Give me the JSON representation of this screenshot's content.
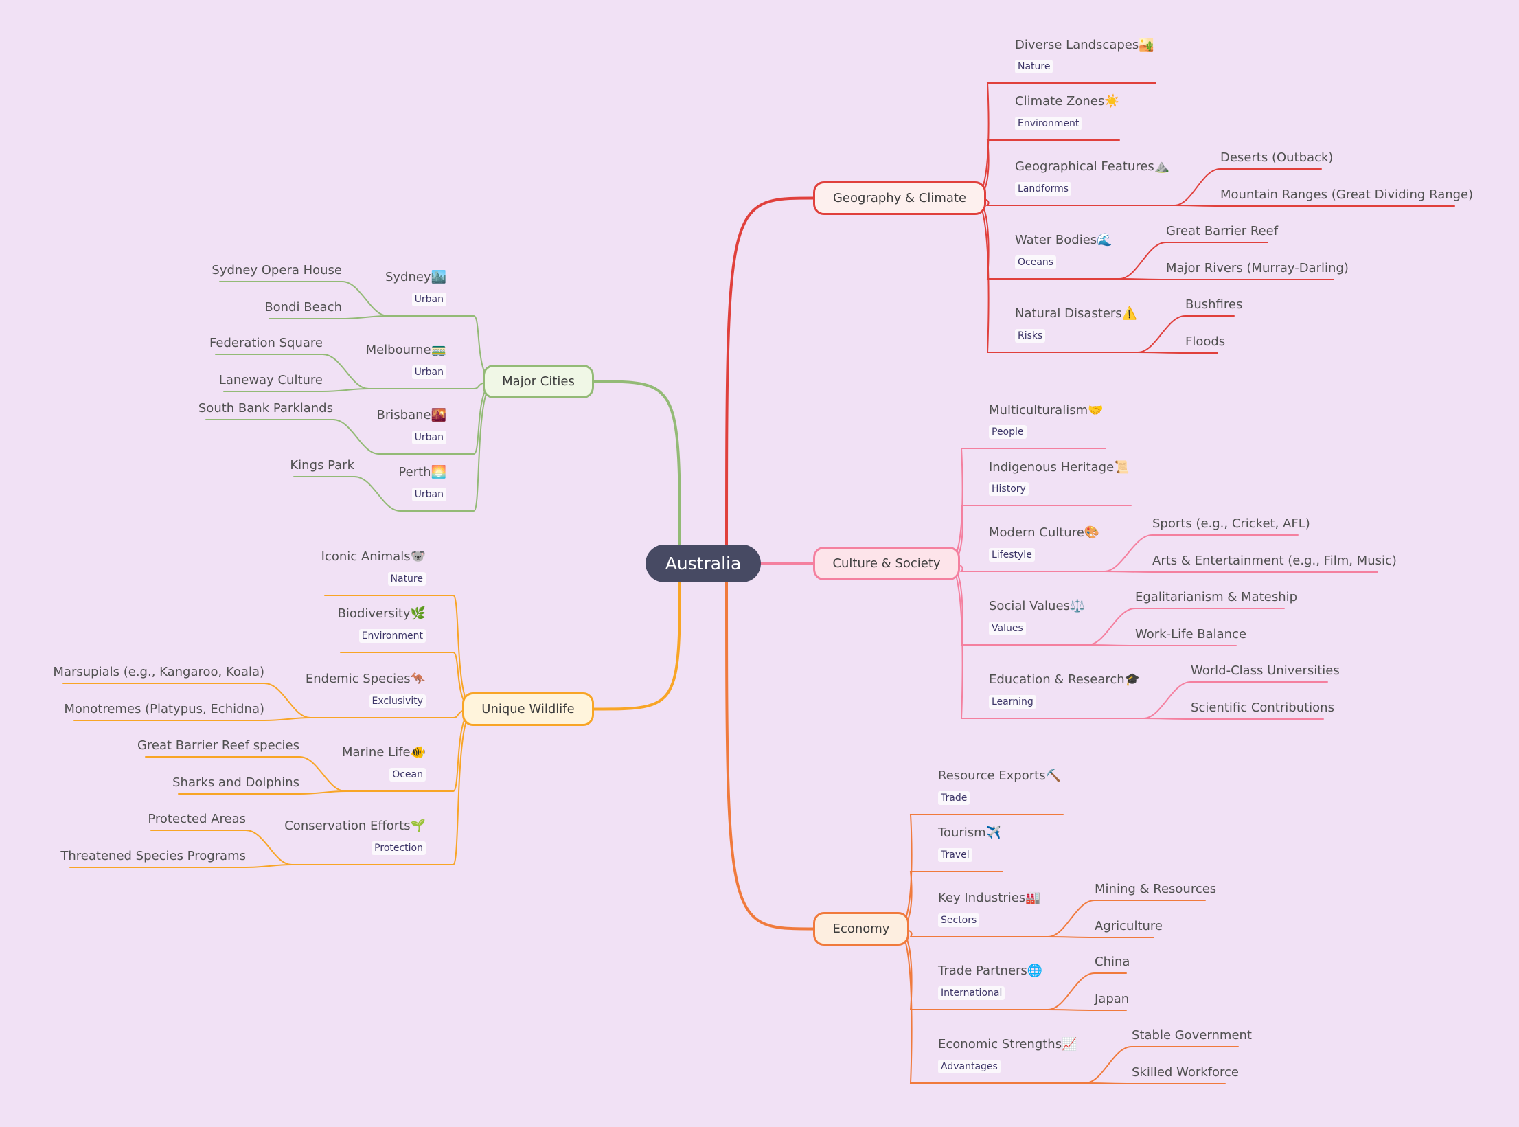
{
  "root": {
    "label": "Australia"
  },
  "branches": [
    {
      "id": "geography",
      "label": "Geography & Climate",
      "color": "#e0403c",
      "fill": "#fdf0ee",
      "topics": [
        {
          "label": "Diverse Landscapes🏜️",
          "tag": "Nature",
          "children": []
        },
        {
          "label": "Climate Zones☀️",
          "tag": "Environment",
          "children": []
        },
        {
          "label": "Geographical Features⛰️",
          "tag": "Landforms",
          "children": [
            "Deserts (Outback)",
            "Mountain Ranges (Great Dividing Range)"
          ]
        },
        {
          "label": "Water Bodies🌊",
          "tag": "Oceans",
          "children": [
            "Great Barrier Reef",
            "Major Rivers (Murray-Darling)"
          ]
        },
        {
          "label": "Natural Disasters⚠️",
          "tag": "Risks",
          "children": [
            "Bushfires",
            "Floods"
          ]
        }
      ]
    },
    {
      "id": "culture",
      "label": "Culture & Society",
      "color": "#f4809f",
      "fill": "#fde4ea",
      "topics": [
        {
          "label": "Multiculturalism🤝",
          "tag": "People",
          "children": []
        },
        {
          "label": "Indigenous Heritage📜",
          "tag": "History",
          "children": []
        },
        {
          "label": "Modern Culture🎨",
          "tag": "Lifestyle",
          "children": [
            "Sports (e.g., Cricket, AFL)",
            "Arts & Entertainment (e.g., Film, Music)"
          ]
        },
        {
          "label": "Social Values⚖️",
          "tag": "Values",
          "children": [
            "Egalitarianism & Mateship",
            "Work-Life Balance"
          ]
        },
        {
          "label": "Education & Research🎓",
          "tag": "Learning",
          "children": [
            "World-Class Universities",
            "Scientific Contributions"
          ]
        }
      ]
    },
    {
      "id": "economy",
      "label": "Economy",
      "color": "#f07a3c",
      "fill": "#fdeee0",
      "topics": [
        {
          "label": "Resource Exports⛏️",
          "tag": "Trade",
          "children": []
        },
        {
          "label": "Tourism✈️",
          "tag": "Travel",
          "children": []
        },
        {
          "label": "Key Industries🏭",
          "tag": "Sectors",
          "children": [
            "Mining & Resources",
            "Agriculture"
          ]
        },
        {
          "label": "Trade Partners🌐",
          "tag": "International",
          "children": [
            "China",
            "Japan"
          ]
        },
        {
          "label": "Economic Strengths📈",
          "tag": "Advantages",
          "children": [
            "Stable Government",
            "Skilled Workforce"
          ]
        }
      ]
    },
    {
      "id": "cities",
      "label": "Major Cities",
      "color": "#93ba76",
      "fill": "#f0f7e6",
      "topics": [
        {
          "label": "Sydney🏙️",
          "tag": "Urban",
          "children": [
            "Sydney Opera House",
            "Bondi Beach"
          ]
        },
        {
          "label": "Melbourne🚃",
          "tag": "Urban",
          "children": [
            "Federation Square",
            "Laneway Culture"
          ]
        },
        {
          "label": "Brisbane🌇",
          "tag": "Urban",
          "children": [
            "South Bank Parklands"
          ]
        },
        {
          "label": "Perth🌅",
          "tag": "Urban",
          "children": [
            "Kings Park"
          ]
        }
      ]
    },
    {
      "id": "wildlife",
      "label": "Unique Wildlife",
      "color": "#f8a526",
      "fill": "#fff4dc",
      "topics": [
        {
          "label": "Iconic Animals🐨",
          "tag": "Nature",
          "children": []
        },
        {
          "label": "Biodiversity🌿",
          "tag": "Environment",
          "children": []
        },
        {
          "label": "Endemic Species🦘",
          "tag": "Exclusivity",
          "children": [
            "Marsupials (e.g., Kangaroo, Koala)",
            "Monotremes (Platypus, Echidna)"
          ]
        },
        {
          "label": "Marine Life🐠",
          "tag": "Ocean",
          "children": [
            "Great Barrier Reef species",
            "Sharks and Dolphins"
          ]
        },
        {
          "label": "Conservation Efforts🌱",
          "tag": "Protection",
          "children": [
            "Protected Areas",
            "Threatened Species Programs"
          ]
        }
      ]
    }
  ]
}
